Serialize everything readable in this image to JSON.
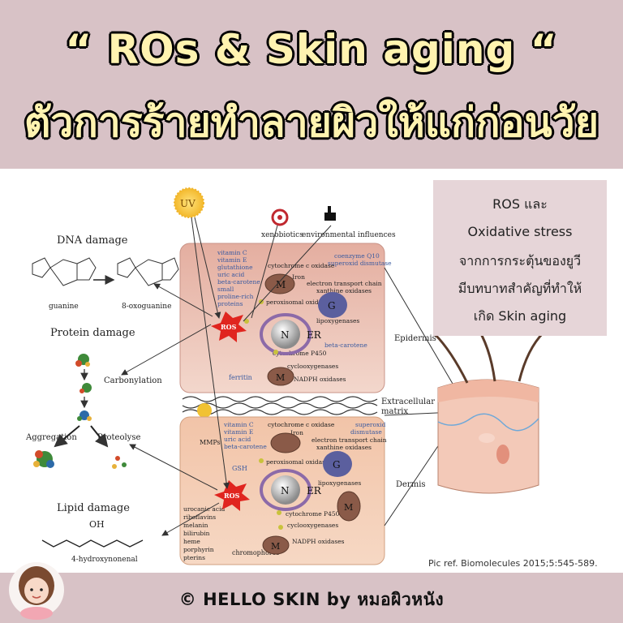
{
  "header": {
    "title_line1": "“ ROs & Skin aging “",
    "title_line2": "ตัวการร้ายทำลายผิวให้แก่ก่อนวัย"
  },
  "note": {
    "lines": [
      "ROS และ",
      "Oxidative stress",
      "จากการกระตุ้นของยูวี",
      "มีบทบาทสำคัญที่ทำให้",
      "เกิด Skin aging"
    ]
  },
  "diagram": {
    "uv": "UV",
    "xenobiotics": "xenobiotics",
    "environmental": "environmental influences",
    "dna_damage": "DNA damage",
    "guanine": "guanine",
    "oxoguanine": "8-oxoguanine",
    "protein_damage": "Protein damage",
    "carbonylation": "Carbonylation",
    "aggregation": "Aggregation",
    "proteolyse": "Proteolyse",
    "lipid_damage": "Lipid damage",
    "hne": "4-hydroxynonenal",
    "oh": "OH",
    "epidermis": "Epidermis",
    "ecm_line1": "Extracellular",
    "ecm_line2": "matrix",
    "dermis": "Dermis",
    "ros": "ROS",
    "mmps": "MMPs",
    "ferritin": "ferritin",
    "gsh": "GSH",
    "chromophores": "chromophores",
    "top_antioxidants": [
      "vitamin C",
      "vitamin E",
      "glutathione",
      "uric acid",
      "beta-carotene",
      "small",
      "proline-rich",
      "proteins"
    ],
    "top_enzymes": [
      "cytochrome c oxidase",
      "Iron",
      "electron transport chain",
      "xanthine oxidases",
      "peroxisomal oxidases",
      "lipoxygenases",
      "cytochrome P450",
      "cyclooxygenases",
      "NADPH oxidases"
    ],
    "top_right": [
      "coenzyme Q10",
      "superoxid dismutase"
    ],
    "top_beta": "beta-carotene",
    "bottom_antioxidants": [
      "vitamin C",
      "vitamin E",
      "uric acid",
      "beta-carotene"
    ],
    "bottom_enzymes": [
      "cytochrome c oxidase",
      "Iron",
      "electron transport chain",
      "xanthine oxidases",
      "peroxisomal oxidases",
      "lipoxygenases",
      "cytochrome P450",
      "cyclooxygenases",
      "NADPH oxidases"
    ],
    "bottom_right": [
      "superoxid",
      "dismutase"
    ],
    "bottom_left": [
      "urocanic acid",
      "riboflavins",
      "melanin",
      "bilirubin",
      "heme",
      "porphyrin",
      "pterins"
    ],
    "organelle_m": "M",
    "organelle_g": "G",
    "organelle_n": "N",
    "organelle_er": "ER"
  },
  "reference": "Pic ref. Biomolecules 2015;5:545-589.",
  "footer": {
    "text": "© HELLO SKIN by หมอผิวหนัง"
  }
}
